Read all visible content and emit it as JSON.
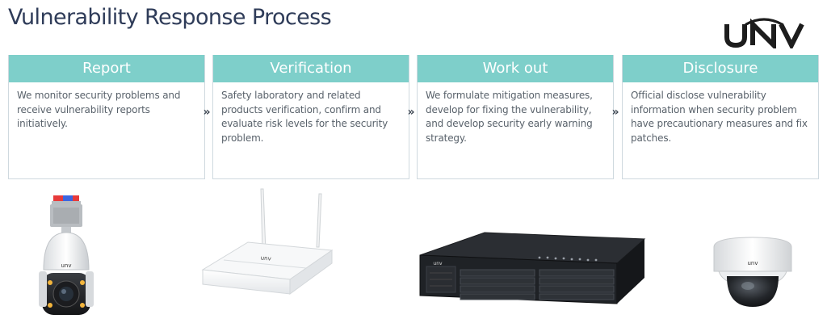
{
  "page": {
    "title": "Vulnerability Response Process",
    "logo_text": "UNV"
  },
  "steps": [
    {
      "label": "Report",
      "text": "We monitor security problems and receive vulnerability reports initiatively."
    },
    {
      "label": "Verification",
      "text": "Safety laboratory and related products verification, confirm and evaluate risk levels for the security problem."
    },
    {
      "label": "Work out",
      "text": "We formulate mitigation measures, develop for fixing the vulnerability, and develop security early warning strategy."
    },
    {
      "label": "Disclosure",
      "text": "Official disclose vulnerability information when security problem have precautionary measures and fix patches."
    }
  ],
  "separator_glyph": "»",
  "products": {
    "brand_mark": "unv"
  },
  "colors": {
    "title": "#2f3c59",
    "step_header": "#7ecfca",
    "step_border": "#cfd9df",
    "body_text": "#59626b"
  }
}
